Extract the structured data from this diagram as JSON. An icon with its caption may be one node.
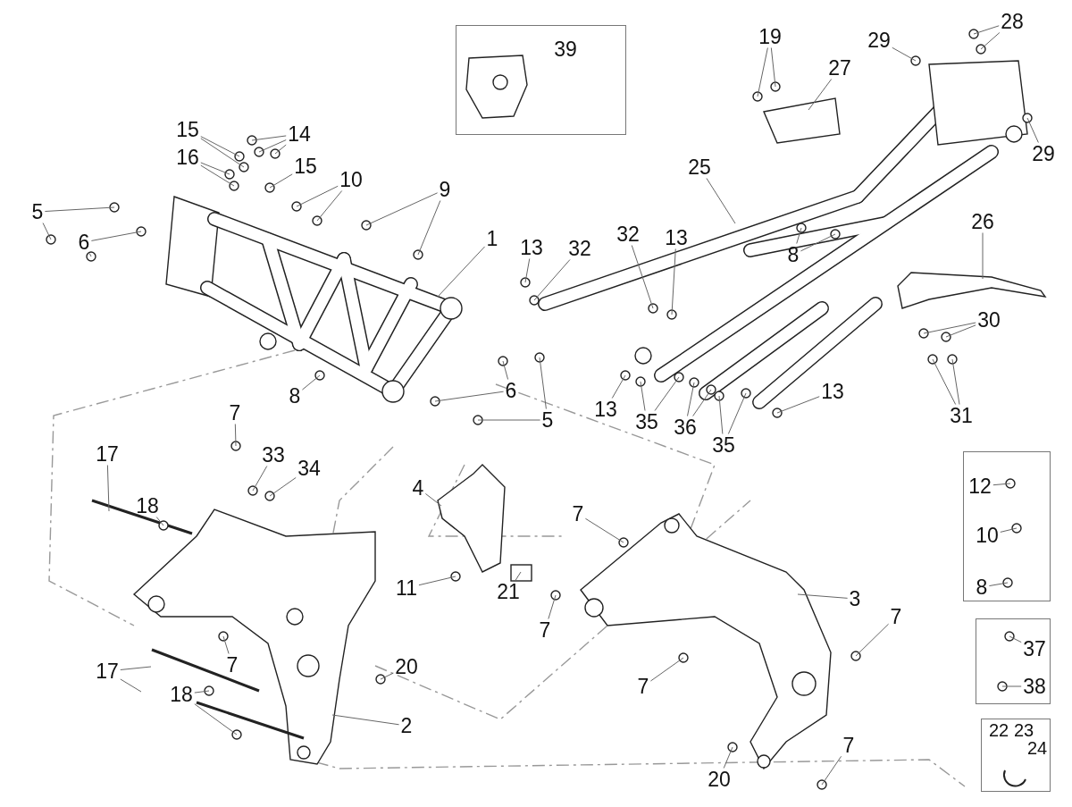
{
  "diagram": {
    "nodes": [
      {
        "text": [],
        "shape": "box"
      },
      {
        "text": [
          "39"
        ],
        "in": 0
      },
      {
        "text": [
          "19"
        ]
      },
      {
        "text": [
          "29"
        ]
      },
      {
        "text": [
          "28"
        ]
      },
      {
        "text": [
          "27"
        ]
      },
      {
        "text": [
          "15"
        ]
      },
      {
        "text": [
          "14"
        ]
      },
      {
        "text": [
          "16"
        ]
      },
      {
        "text": [
          "15"
        ]
      },
      {
        "text": [
          "29"
        ]
      },
      {
        "text": [
          "10"
        ]
      },
      {
        "text": [
          "9"
        ]
      },
      {
        "text": [
          "25"
        ]
      },
      {
        "text": [
          "5"
        ]
      },
      {
        "text": [
          "26"
        ]
      },
      {
        "text": [
          "6"
        ]
      },
      {
        "text": [
          "1"
        ]
      },
      {
        "text": [
          "13"
        ]
      },
      {
        "text": [
          "32"
        ]
      },
      {
        "text": [
          "32"
        ]
      },
      {
        "text": [
          "13"
        ]
      },
      {
        "text": [
          "8"
        ]
      },
      {
        "text": [
          "30"
        ]
      },
      {
        "text": [
          "13"
        ]
      },
      {
        "text": [
          "8"
        ]
      },
      {
        "text": [
          "6"
        ]
      },
      {
        "text": [
          "13"
        ]
      },
      {
        "text": [
          "31"
        ]
      },
      {
        "text": [
          "5"
        ]
      },
      {
        "text": [
          "35"
        ]
      },
      {
        "text": [
          "36"
        ]
      },
      {
        "text": [
          "35"
        ]
      },
      {
        "text": [
          "7"
        ]
      },
      {
        "text": [
          "17"
        ]
      },
      {
        "text": [
          "33"
        ]
      },
      {
        "text": [
          "34"
        ]
      },
      {
        "text": [],
        "shape": "box"
      },
      {
        "text": [
          "12"
        ],
        "in": 37
      },
      {
        "text": [
          "4"
        ]
      },
      {
        "text": [
          "18"
        ]
      },
      {
        "text": [
          "7"
        ]
      },
      {
        "text": [
          "10"
        ],
        "in": 37
      },
      {
        "text": [
          "11"
        ]
      },
      {
        "text": [
          "21"
        ]
      },
      {
        "text": [
          "8"
        ],
        "in": 37
      },
      {
        "text": [
          "3"
        ]
      },
      {
        "text": [
          "7"
        ]
      },
      {
        "text": [
          "7"
        ]
      },
      {
        "text": [],
        "shape": "box"
      },
      {
        "text": [
          "37"
        ],
        "in": 49
      },
      {
        "text": [
          "7"
        ]
      },
      {
        "text": [
          "20"
        ]
      },
      {
        "text": [
          "17"
        ]
      },
      {
        "text": [
          "38"
        ],
        "in": 49
      },
      {
        "text": [
          "7"
        ]
      },
      {
        "text": [
          "18"
        ]
      },
      {
        "text": [
          "2"
        ]
      },
      {
        "text": [],
        "shape": "box"
      },
      {
        "text": [
          "22"
        ],
        "in": 58
      },
      {
        "text": [
          "23"
        ],
        "in": 58
      },
      {
        "text": [
          "24"
        ],
        "in": 58
      },
      {
        "text": [
          "7"
        ]
      },
      {
        "text": [
          "20"
        ]
      }
    ],
    "edges": [
      {
        "from": 2,
        "to": null,
        "arrow": "none"
      },
      {
        "from": 2,
        "to": null,
        "arrow": "none"
      },
      {
        "from": 3,
        "to": null,
        "arrow": "none"
      },
      {
        "from": 4,
        "to": null,
        "arrow": "none"
      },
      {
        "from": 4,
        "to": null,
        "arrow": "none"
      },
      {
        "from": 5,
        "to": null,
        "arrow": "none"
      },
      {
        "from": 6,
        "to": null,
        "arrow": "none"
      },
      {
        "from": 6,
        "to": null,
        "arrow": "none"
      },
      {
        "from": 7,
        "to": null,
        "arrow": "none"
      },
      {
        "from": 7,
        "to": null,
        "arrow": "none"
      },
      {
        "from": 7,
        "to": null,
        "arrow": "none"
      },
      {
        "from": 8,
        "to": null,
        "arrow": "none"
      },
      {
        "from": 8,
        "to": null,
        "arrow": "none"
      },
      {
        "from": 9,
        "to": null,
        "arrow": "none"
      },
      {
        "from": 10,
        "to": null,
        "arrow": "none"
      },
      {
        "from": 11,
        "to": null,
        "arrow": "none"
      },
      {
        "from": 11,
        "to": null,
        "arrow": "none"
      },
      {
        "from": 12,
        "to": null,
        "arrow": "none"
      },
      {
        "from": 12,
        "to": null,
        "arrow": "none"
      },
      {
        "from": 13,
        "to": null,
        "arrow": "none"
      },
      {
        "from": 14,
        "to": null,
        "arrow": "none"
      },
      {
        "from": 14,
        "to": null,
        "arrow": "none"
      },
      {
        "from": 15,
        "to": null,
        "arrow": "none"
      },
      {
        "from": 16,
        "to": null,
        "arrow": "none"
      },
      {
        "from": 16,
        "to": null,
        "arrow": "none"
      },
      {
        "from": 17,
        "to": null,
        "arrow": "none"
      },
      {
        "from": 18,
        "to": null,
        "arrow": "none"
      },
      {
        "from": 19,
        "to": null,
        "arrow": "none"
      },
      {
        "from": 20,
        "to": null,
        "arrow": "none"
      },
      {
        "from": 21,
        "to": null,
        "arrow": "none"
      },
      {
        "from": 22,
        "to": null,
        "arrow": "none"
      },
      {
        "from": 22,
        "to": null,
        "arrow": "none"
      },
      {
        "from": 23,
        "to": null,
        "arrow": "none"
      },
      {
        "from": 23,
        "to": null,
        "arrow": "none"
      },
      {
        "from": 24,
        "to": null,
        "arrow": "none"
      },
      {
        "from": 25,
        "to": null,
        "arrow": "none"
      },
      {
        "from": 26,
        "to": null,
        "arrow": "none"
      },
      {
        "from": 26,
        "to": null,
        "arrow": "none"
      },
      {
        "from": 27,
        "to": null,
        "arrow": "none"
      },
      {
        "from": 28,
        "to": null,
        "arrow": "none"
      },
      {
        "from": 28,
        "to": null,
        "arrow": "none"
      },
      {
        "from": 29,
        "to": null,
        "arrow": "none"
      },
      {
        "from": 29,
        "to": null,
        "arrow": "none"
      },
      {
        "from": 30,
        "to": null,
        "arrow": "none"
      },
      {
        "from": 30,
        "to": null,
        "arrow": "none"
      },
      {
        "from": 31,
        "to": null,
        "arrow": "none"
      },
      {
        "from": 31,
        "to": null,
        "arrow": "none"
      },
      {
        "from": 32,
        "to": null,
        "arrow": "none"
      },
      {
        "from": 32,
        "to": null,
        "arrow": "none"
      },
      {
        "from": 33,
        "to": null,
        "arrow": "none"
      },
      {
        "from": 34,
        "to": null,
        "arrow": "none"
      },
      {
        "from": 35,
        "to": null,
        "arrow": "none"
      },
      {
        "from": 36,
        "to": null,
        "arrow": "none"
      },
      {
        "from": 38,
        "to": null,
        "arrow": "none"
      },
      {
        "from": 39,
        "to": null,
        "arrow": "none"
      },
      {
        "from": 40,
        "to": null,
        "arrow": "none"
      },
      {
        "from": 41,
        "to": null,
        "arrow": "none"
      },
      {
        "from": 42,
        "to": null,
        "arrow": "none"
      },
      {
        "from": 43,
        "to": null,
        "arrow": "none"
      },
      {
        "from": 44,
        "to": null,
        "arrow": "none"
      },
      {
        "from": 45,
        "to": null,
        "arrow": "none"
      },
      {
        "from": 46,
        "to": null,
        "arrow": "none"
      },
      {
        "from": 47,
        "to": null,
        "arrow": "none"
      },
      {
        "from": 48,
        "to": null,
        "arrow": "none"
      },
      {
        "from": 50,
        "to": null,
        "arrow": "none"
      },
      {
        "from": 51,
        "to": null,
        "arrow": "none"
      },
      {
        "from": 52,
        "to": null,
        "arrow": "none"
      },
      {
        "from": 53,
        "to": null,
        "arrow": "none"
      },
      {
        "from": 53,
        "to": null,
        "arrow": "none"
      },
      {
        "from": 54,
        "to": null,
        "arrow": "none"
      },
      {
        "from": 55,
        "to": null,
        "arrow": "none"
      },
      {
        "from": 56,
        "to": null,
        "arrow": "none"
      },
      {
        "from": 56,
        "to": null,
        "arrow": "none"
      },
      {
        "from": 57,
        "to": null,
        "arrow": "none"
      },
      {
        "from": 62,
        "to": null,
        "arrow": "none"
      },
      {
        "from": 63,
        "to": null,
        "arrow": "none"
      }
    ]
  }
}
